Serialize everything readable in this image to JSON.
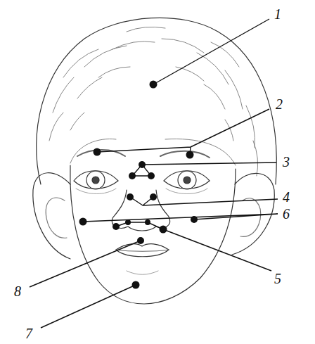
{
  "diagram": {
    "labels": [
      "1",
      "2",
      "3",
      "4",
      "6",
      "5",
      "8",
      "7"
    ]
  }
}
